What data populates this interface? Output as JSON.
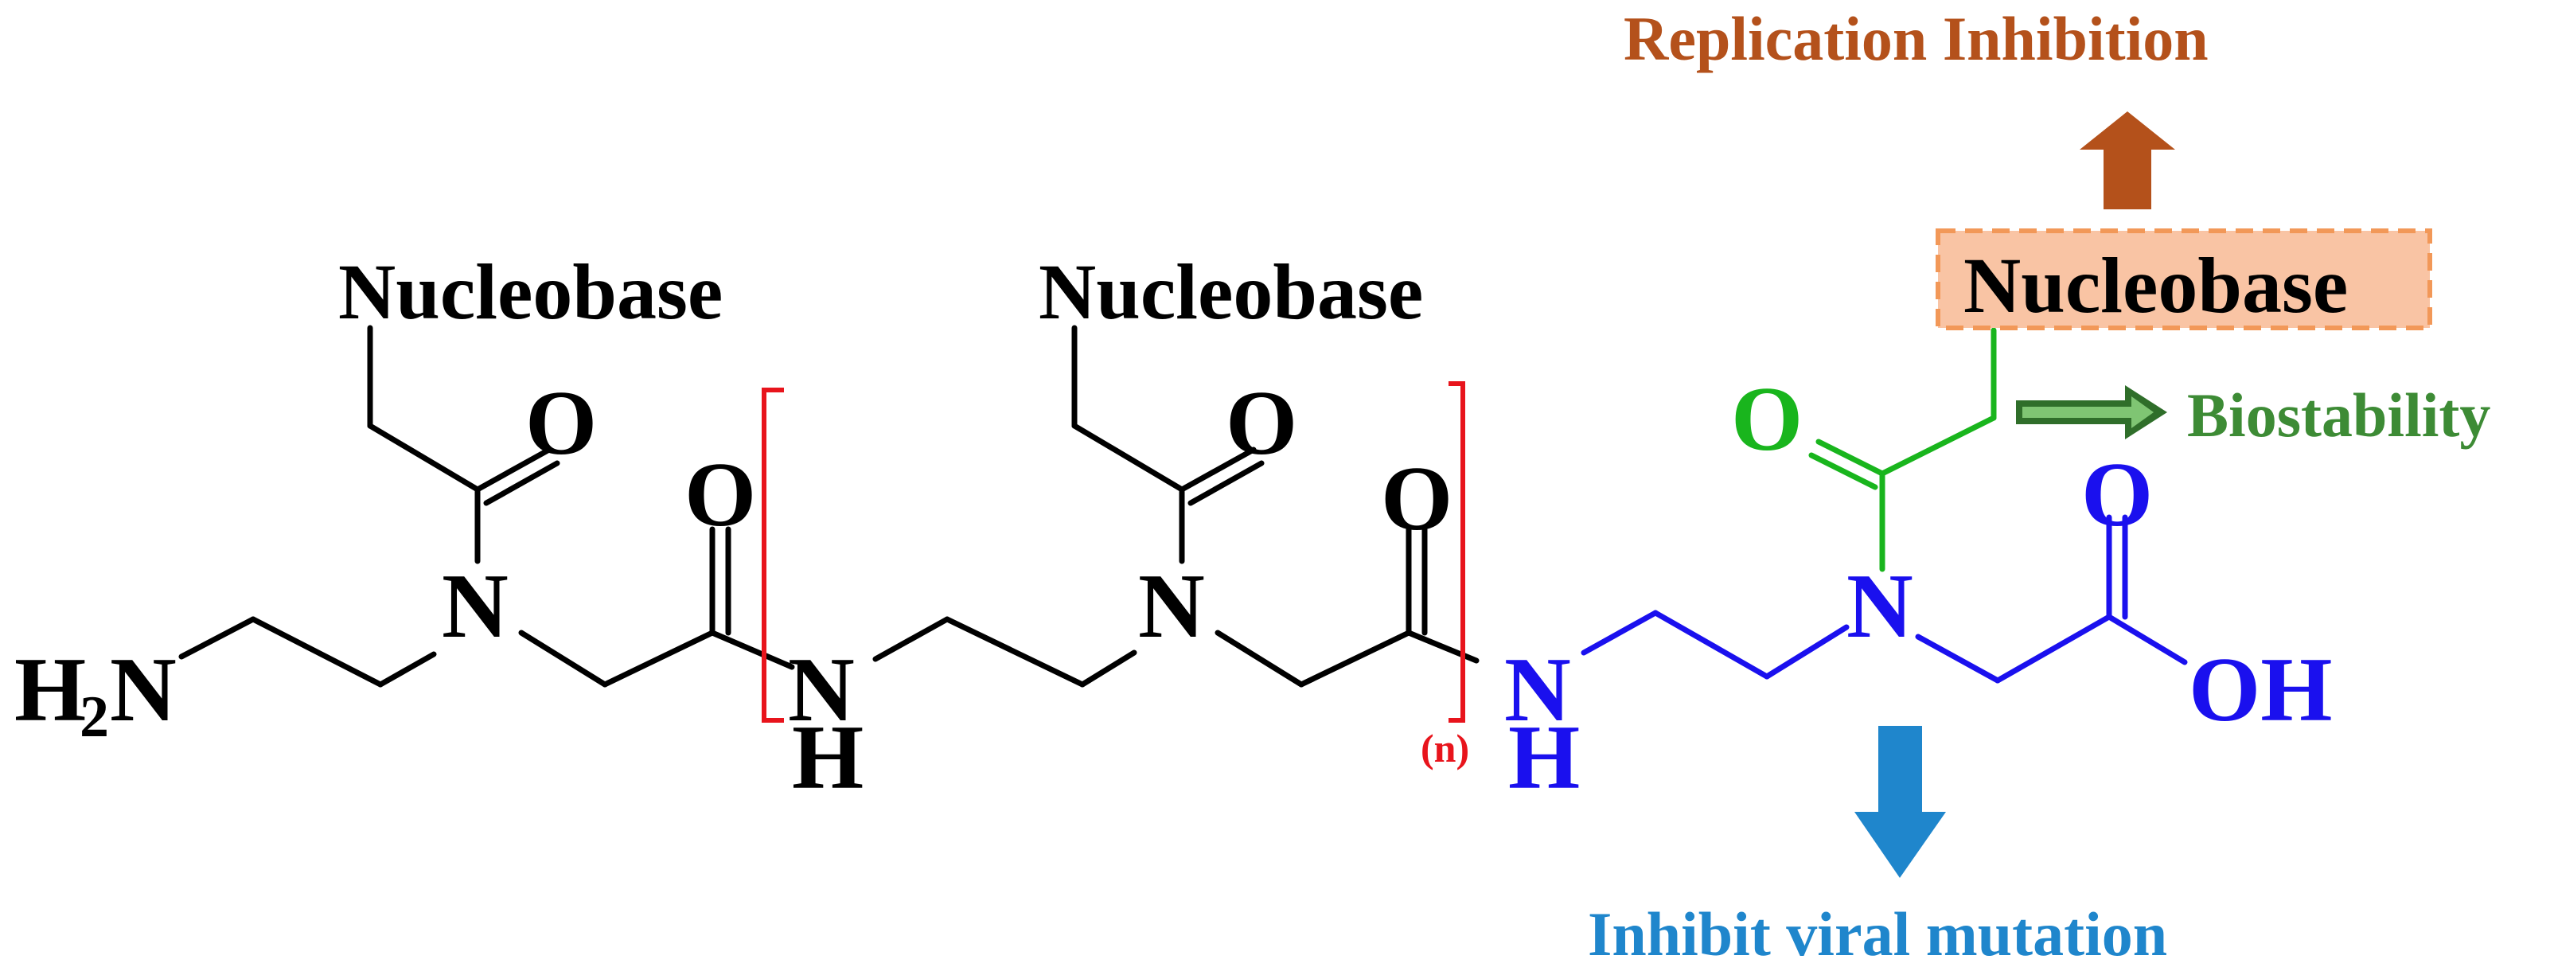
{
  "colors": {
    "backbone": "#000000",
    "repeat_bracket": "#e8141c",
    "terminal_unit": "#1a10ee",
    "carbonyl_linker": "#19b51d",
    "nucleobase_highlight_fill": "#f9c4a4",
    "nucleobase_highlight_border": "#f29858",
    "replication_label": "#b4511b",
    "biostability_label": "#3d8b35",
    "mutation_label": "#1f86cc"
  },
  "labels": {
    "replication_inhibition": "Replication Inhibition",
    "biostability": "Biostability",
    "inhibit_viral_mutation": "Inhibit viral mutation",
    "nucleobase": "Nucleobase",
    "repeat_n": "(n)"
  },
  "atoms": {
    "h": "H",
    "subscript_2": "2",
    "n": "N",
    "o": "O",
    "oh": "OH"
  },
  "icons": {
    "up_arrow": "arrow-up-icon",
    "right_arrow": "double-arrow-right-icon",
    "down_arrow": "arrow-down-icon"
  }
}
